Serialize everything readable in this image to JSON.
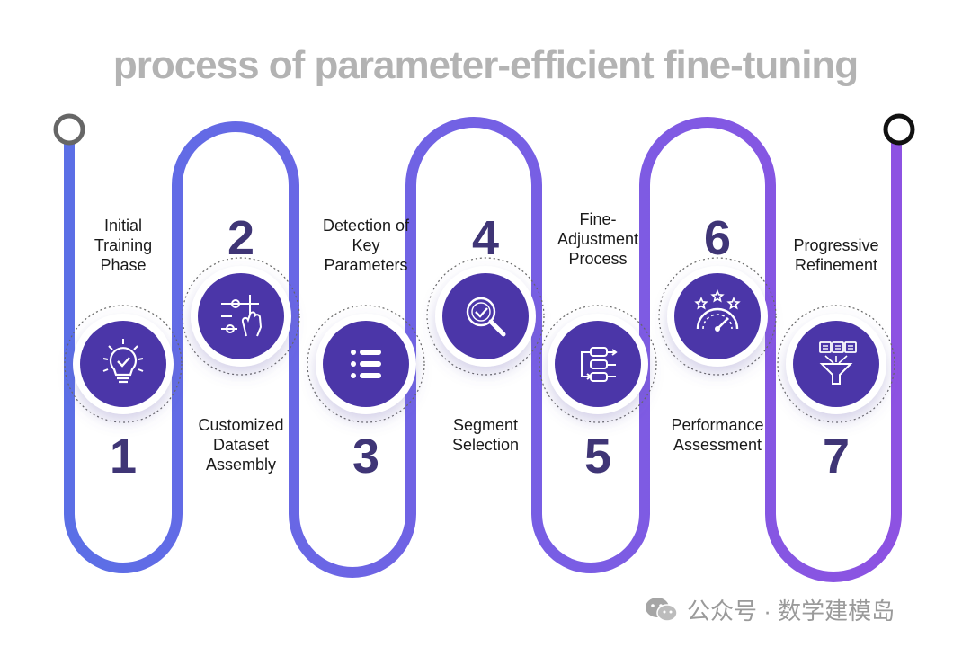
{
  "title": "process of parameter-efficient fine-tuning",
  "colors": {
    "track": "#6a61dc",
    "track_end": "#8a55e0",
    "node": "#4b36a8",
    "number": "#3f3576",
    "title": "#b3b3b3"
  },
  "steps": [
    {
      "number": "1",
      "label": "Initial Training Phase",
      "icon": "lightbulb-check-icon"
    },
    {
      "number": "2",
      "label": "Customized Dataset Assembly",
      "icon": "touch-sliders-icon"
    },
    {
      "number": "3",
      "label": "Detection of Key Parameters",
      "icon": "list-icon"
    },
    {
      "number": "4",
      "label": "Segment Selection",
      "icon": "magnifier-check-icon"
    },
    {
      "number": "5",
      "label": "Fine-Adjustment Process",
      "icon": "flow-blocks-icon"
    },
    {
      "number": "6",
      "label": "Performance Assessment",
      "icon": "gauge-stars-icon"
    },
    {
      "number": "7",
      "label": "Progressive Refinement",
      "icon": "funnel-docs-icon"
    }
  ],
  "watermark": {
    "text": "公众号 · 数学建模岛",
    "icon": "wechat-icon"
  }
}
